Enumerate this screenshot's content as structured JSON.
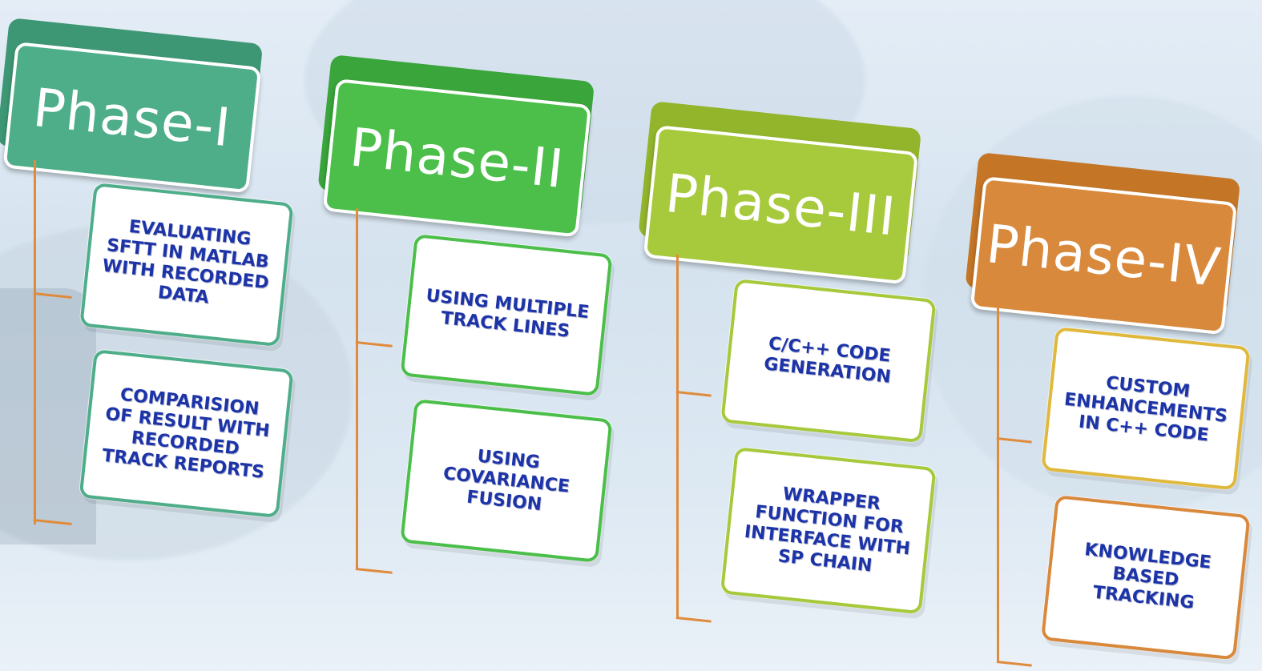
{
  "colors": {
    "phase1": "#4fae8a",
    "phase2": "#4bbf4a",
    "phase3": "#a7c93c",
    "phase4": "#d9893c",
    "connector": "#e08a3c",
    "subtext": "#1c34a8"
  },
  "phases": [
    {
      "title": "Phase-I",
      "items": [
        "EVALUATING\nSFTT  IN MATLAB\nWITH RECORDED\nDATA",
        "COMPARISION\nOF RESULT WITH\nRECORDED\nTRACK REPORTS"
      ]
    },
    {
      "title": "Phase-II",
      "items": [
        "USING MULTIPLE\nTRACK LINES",
        "USING\nCOVARIANCE\nFUSION"
      ]
    },
    {
      "title": "Phase-III",
      "items": [
        "C/C++ CODE\nGENERATION",
        "WRAPPER\nFUNCTION FOR\nINTERFACE WITH\nSP CHAIN"
      ]
    },
    {
      "title": "Phase-IV",
      "items": [
        "CUSTOM\nENHANCEMENTS\nIN C++ CODE",
        "KNOWLEDGE\nBASED\nTRACKING"
      ]
    }
  ]
}
